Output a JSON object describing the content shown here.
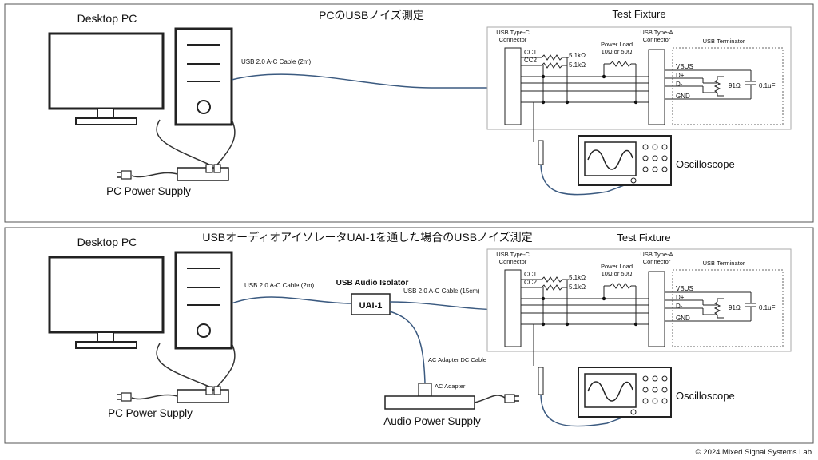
{
  "panels": [
    {
      "title": "PCのUSBノイズ測定",
      "pc_label": "Desktop PC",
      "fixture_label": "Test Fixture",
      "cable_label": "USB 2.0 A-C Cable (2m)",
      "psu_label": "PC Power Supply",
      "scope_label": "Oscilloscope",
      "fixture": {
        "typec_label": [
          "USB Type-C",
          "Connector"
        ],
        "cc1": "CC1",
        "cc2": "CC2",
        "r_cc1": "5.1kΩ",
        "r_cc2": "5.1kΩ",
        "load_label": [
          "Power Load",
          "10Ω or 50Ω"
        ],
        "typea_label": [
          "USB Type-A",
          "Connector"
        ],
        "terminator_label": "USB Terminator",
        "vbus": "VBUS",
        "dplus": "D+",
        "dminus": "D-",
        "gnd": "GND",
        "r_term": "91Ω",
        "c_term": "0.1uF"
      }
    },
    {
      "title": "USBオーディオアイソレータUAI-1を通した場合のUSBノイズ測定",
      "pc_label": "Desktop PC",
      "fixture_label": "Test Fixture",
      "cable_label": "USB 2.0 A-C Cable (2m)",
      "cable2_label": "USB 2.0 A-C Cable (15cm)",
      "isolator_title": "USB Audio Isolator",
      "isolator_name": "UAI-1",
      "ac_cable_label": "AC Adapter DC Cable",
      "ac_adapter_label": "AC Adapter",
      "audio_psu_label": "Audio Power Supply",
      "psu_label": "PC Power Supply",
      "scope_label": "Oscilloscope",
      "fixture": {
        "typec_label": [
          "USB Type-C",
          "Connector"
        ],
        "cc1": "CC1",
        "cc2": "CC2",
        "r_cc1": "5.1kΩ",
        "r_cc2": "5.1kΩ",
        "load_label": [
          "Power Load",
          "10Ω or 50Ω"
        ],
        "typea_label": [
          "USB Type-A",
          "Connector"
        ],
        "terminator_label": "USB Terminator",
        "vbus": "VBUS",
        "dplus": "D+",
        "dminus": "D-",
        "gnd": "GND",
        "r_term": "91Ω",
        "c_term": "0.1uF"
      }
    }
  ],
  "copyright": "© 2024 Mixed Signal Systems Lab"
}
